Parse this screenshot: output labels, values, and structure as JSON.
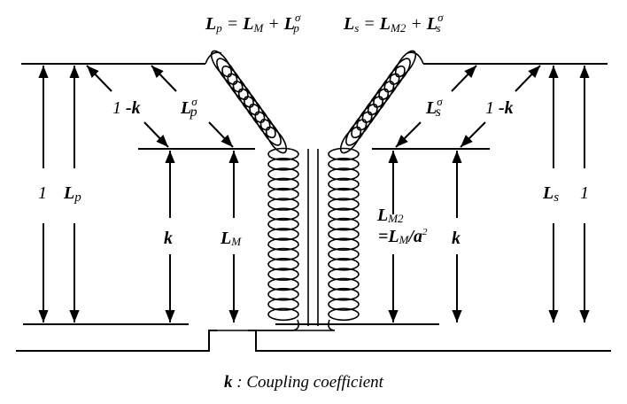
{
  "equations": {
    "primary": {
      "L": "L",
      "sub": "p",
      "eq": " = ",
      "LM": "L",
      "LMsub": "M",
      "plus": " + ",
      "Ls": "L",
      "sigma": "σ",
      "sigsub": "p"
    },
    "secondary": {
      "L": "L",
      "sub": "s",
      "eq": " = ",
      "LM": "L",
      "LMsub": "M2",
      "plus": " + ",
      "Ls": "L",
      "sigma": "σ",
      "sigsub": "s"
    }
  },
  "left_labels": {
    "one": "1",
    "Lp_L": "L",
    "Lp_sub": "p",
    "one_minus_k_1": "1",
    "one_minus_k_k": " -k",
    "leak_L": "L",
    "leak_sigma": "σ",
    "leak_sub": "p",
    "k": "k",
    "LM_L": "L",
    "LM_sub": "M"
  },
  "right_labels": {
    "one": "1",
    "Ls_L": "L",
    "Ls_sub": "s",
    "one_minus_k_1": "1",
    "one_minus_k_k": " -k",
    "leak_L": "L",
    "leak_sigma": "σ",
    "leak_sub": "s",
    "k": "k",
    "LM2_L": "L",
    "LM2_sub": "M2",
    "LM2_eq": "=",
    "LM2_L2": "L",
    "LM2_sub2": "M",
    "LM2_div": "/a",
    "LM2_exp": "2"
  },
  "caption": {
    "k": "k",
    "text": " : Coupling coefficient"
  }
}
